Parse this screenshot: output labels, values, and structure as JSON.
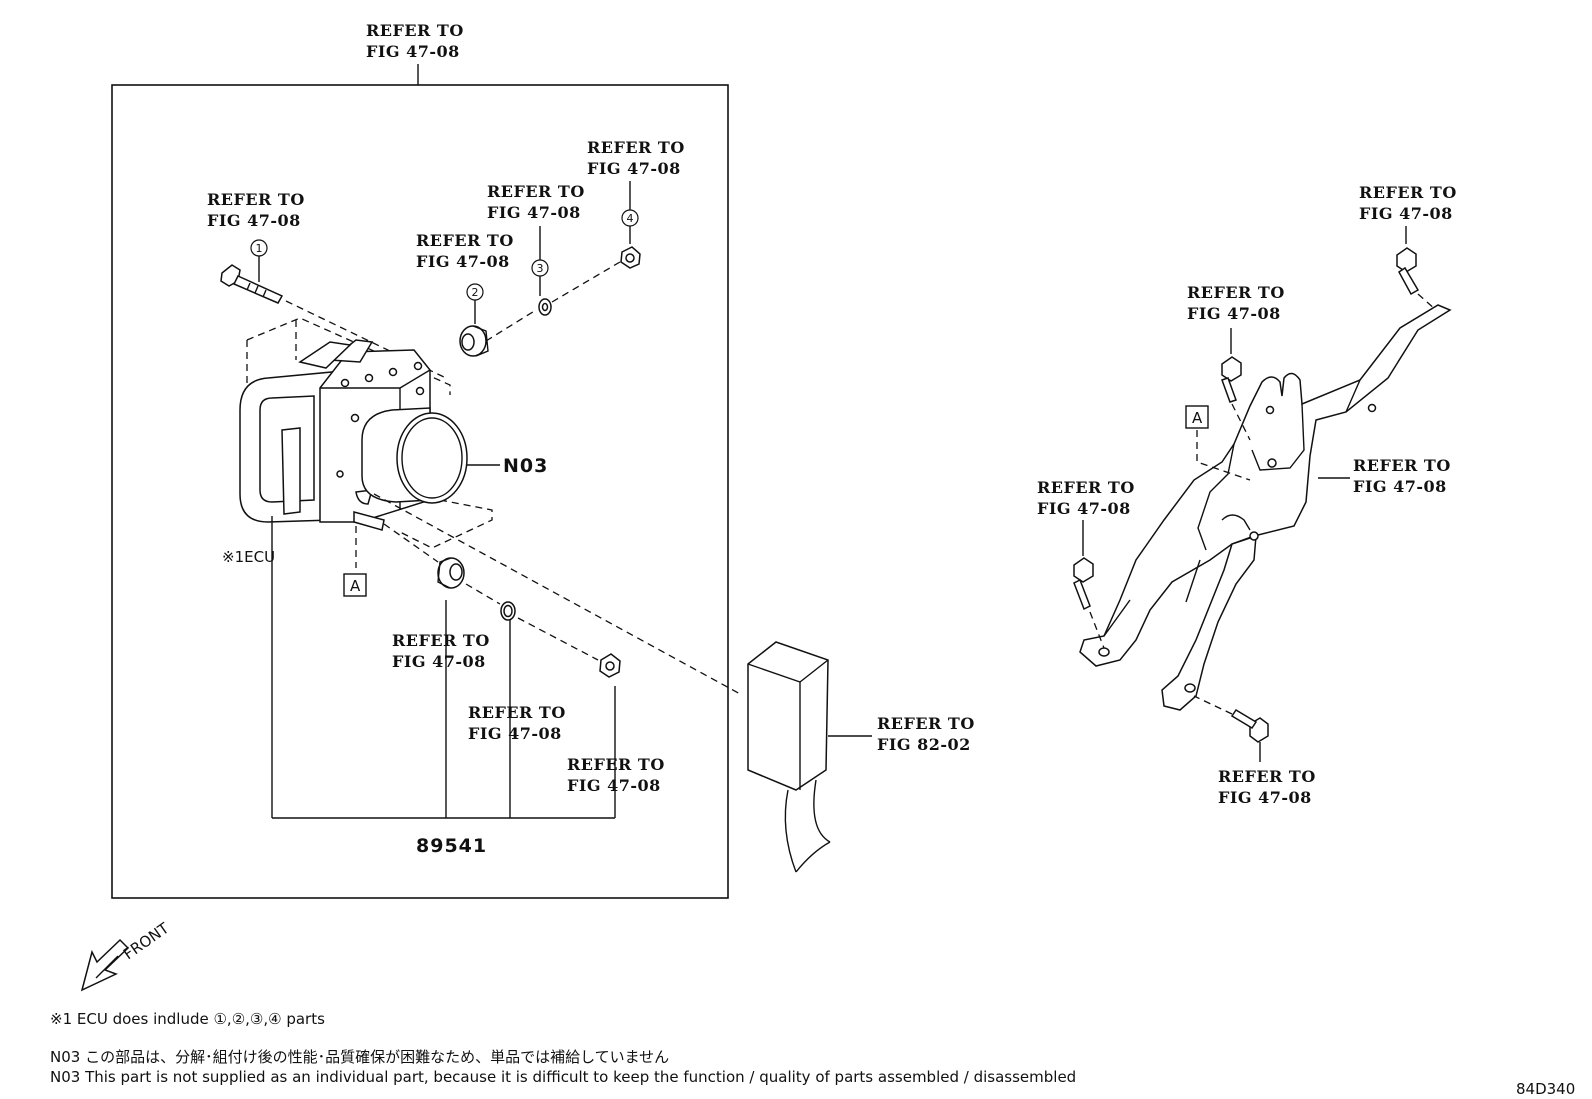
{
  "refer": {
    "top_box": [
      "REFER TO",
      "FIG 47-08"
    ],
    "p1": [
      "REFER TO",
      "FIG 47-08"
    ],
    "p2": [
      "REFER TO",
      "FIG 47-08"
    ],
    "p3": [
      "REFER TO",
      "FIG 47-08"
    ],
    "p4": [
      "REFER TO",
      "FIG 47-08"
    ],
    "grommet": [
      "REFER TO",
      "FIG 47-08"
    ],
    "washer": [
      "REFER TO",
      "FIG 47-08"
    ],
    "nut": [
      "REFER TO",
      "FIG 47-08"
    ],
    "connector": [
      "REFER TO",
      "FIG 82-02"
    ],
    "br_top": [
      "REFER TO",
      "FIG 47-08"
    ],
    "br_bolt_mid": [
      "REFER TO",
      "FIG 47-08"
    ],
    "br_right": [
      "REFER TO",
      "FIG 47-08"
    ],
    "br_left": [
      "REFER TO",
      "FIG 47-08"
    ],
    "br_bottom": [
      "REFER TO",
      "FIG 47-08"
    ]
  },
  "labels": {
    "n03": "N03",
    "part_number": "89541",
    "ecu": "※1ECU",
    "ref_a_left": "A",
    "ref_a_right": "A",
    "front": "FRONT",
    "callouts": [
      "1",
      "2",
      "3",
      "4"
    ]
  },
  "notes": {
    "note1": "※1 ECU does indlude ①,②,③,④ parts",
    "n03_jp": "N03  この部品は、分解･組付け後の性能･品質確保が困難なため、単品では補給していません",
    "n03_en": "N03  This part is not supplied as an individual part, because it is difficult to keep the function / quality of parts  assembled / disassembled"
  },
  "figure_id": "84D340"
}
